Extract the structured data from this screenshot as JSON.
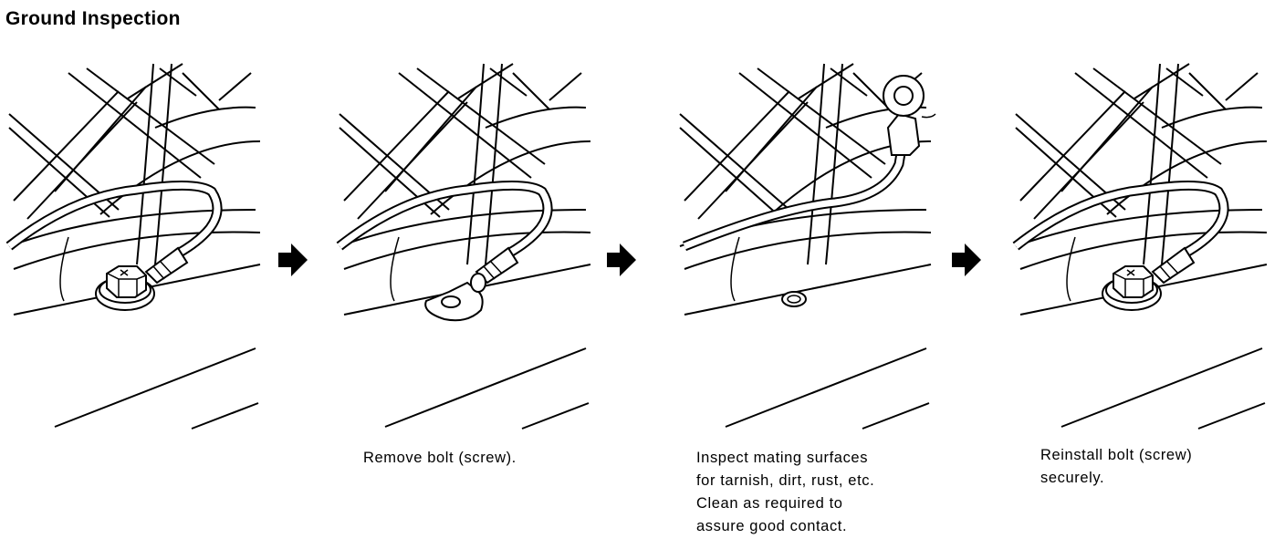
{
  "title": "Ground Inspection",
  "steps": [
    {
      "id": "initial",
      "caption": []
    },
    {
      "id": "remove",
      "caption": [
        "Remove bolt (screw)."
      ]
    },
    {
      "id": "inspect",
      "caption": [
        "Inspect mating surfaces",
        "for tarnish, dirt, rust, etc.",
        "Clean as required to",
        "assure good contact."
      ]
    },
    {
      "id": "reinstall",
      "caption": [
        "Reinstall bolt (screw)",
        "securely."
      ]
    }
  ],
  "icons": [
    "arrow-right-icon",
    "bolt-icon",
    "ring-terminal-icon",
    "mounting-hole-icon",
    "ground-wire-icon"
  ]
}
